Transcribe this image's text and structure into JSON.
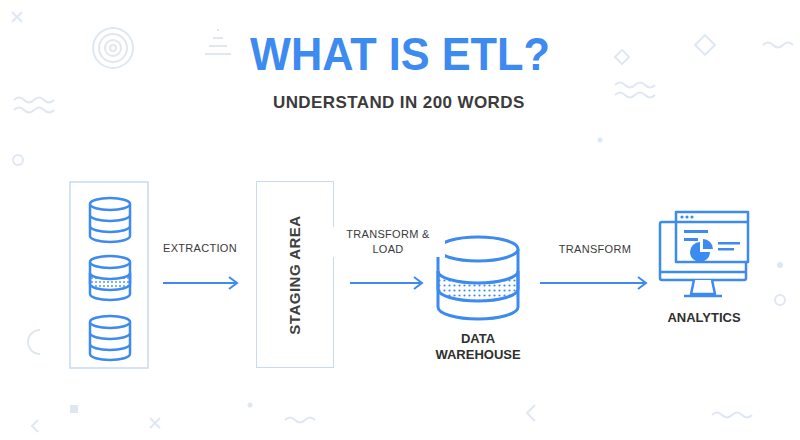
{
  "diagram": {
    "title": "WHAT IS ETL?",
    "nodes": [
      {
        "text": [
          "STAGING AREA"
        ]
      },
      {
        "text": [
          "DATA WAREHOUSE"
        ]
      },
      {
        "text": [
          "ANALYTICS"
        ]
      }
    ],
    "edges": [
      {
        "from": 0,
        "to": 1,
        "arrow": "to",
        "label": "TRANSFORM & LOAD"
      },
      {
        "from": 1,
        "to": 2,
        "arrow": "to",
        "label": "TRANSFORM"
      }
    ],
    "labels": [
      "UNDERSTAND IN 200 WORDS",
      "EXTRACTION"
    ]
  }
}
